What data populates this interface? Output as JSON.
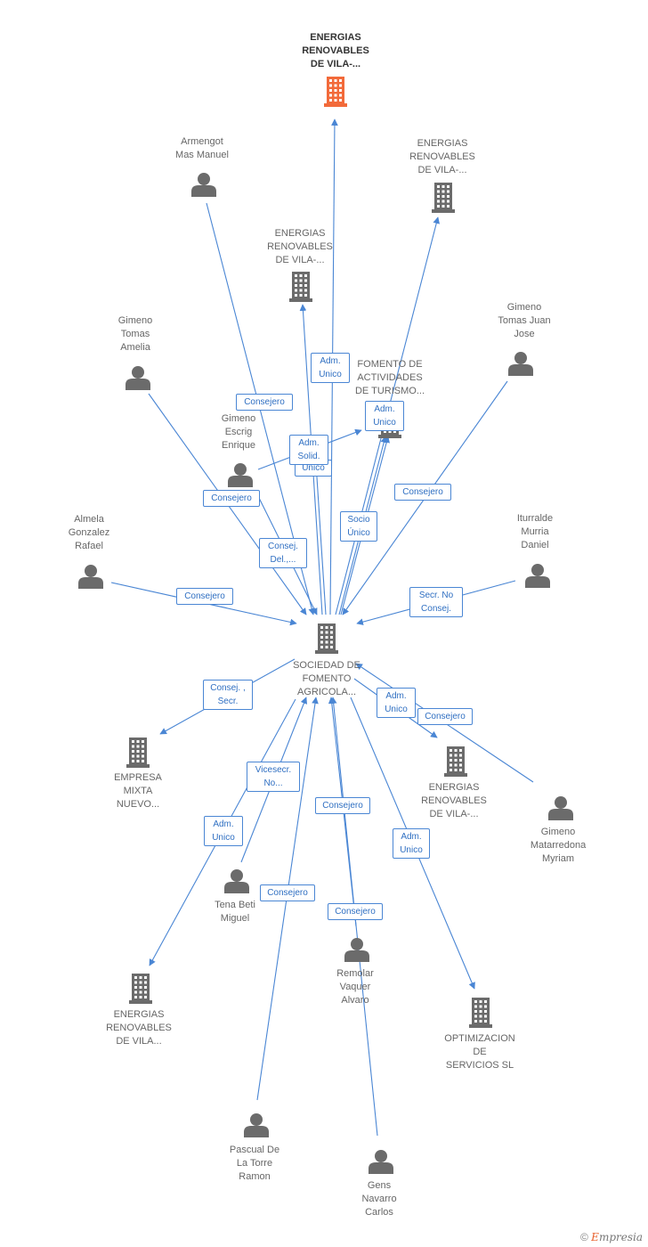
{
  "nodes": [
    {
      "id": "energias-top",
      "type": "company",
      "highlight": true,
      "label": "ENERGIAS\nRENOVABLES\nDE VILA-..."
    },
    {
      "id": "energias-2",
      "type": "company",
      "label": "ENERGIAS\nRENOVABLES\nDE VILA-..."
    },
    {
      "id": "energias-3",
      "type": "company",
      "label": "ENERGIAS\nRENOVABLES\nDE VILA-..."
    },
    {
      "id": "fomento",
      "type": "company",
      "label": "FOMENTO DE\nACTIVIDADES\nDE TURISMO..."
    },
    {
      "id": "sociedad",
      "type": "company",
      "label": "SOCIEDAD DE\nFOMENTO\nAGRICOLA..."
    },
    {
      "id": "empresa-mixta",
      "type": "company",
      "label": "EMPRESA\nMIXTA\nNUEVO..."
    },
    {
      "id": "energias-4",
      "type": "company",
      "label": "ENERGIAS\nRENOVABLES\nDE VILA-..."
    },
    {
      "id": "energias-5",
      "type": "company",
      "label": "ENERGIAS\nRENOVABLES\nDE VILA..."
    },
    {
      "id": "optimizacion",
      "type": "company",
      "label": "OPTIMIZACION\nDE\nSERVICIOS SL"
    },
    {
      "id": "armengot",
      "type": "person",
      "label": "Armengot\nMas Manuel"
    },
    {
      "id": "gimeno-amelia",
      "type": "person",
      "label": "Gimeno\nTomas\nAmelia"
    },
    {
      "id": "gimeno-enrique",
      "type": "person",
      "label": "Gimeno\nEscrig\nEnrique"
    },
    {
      "id": "gimeno-jose",
      "type": "person",
      "label": "Gimeno\nTomas Juan\nJose"
    },
    {
      "id": "almela",
      "type": "person",
      "label": "Almela\nGonzalez\nRafael"
    },
    {
      "id": "iturralde",
      "type": "person",
      "label": "Iturralde\nMurria\nDaniel"
    },
    {
      "id": "gimeno-myriam",
      "type": "person",
      "label": "Gimeno\nMatarredona\nMyriam"
    },
    {
      "id": "tena",
      "type": "person",
      "label": "Tena Beti\nMiguel"
    },
    {
      "id": "remolar",
      "type": "person",
      "label": "Remolar\nVaquer\nAlvaro"
    },
    {
      "id": "pascual",
      "type": "person",
      "label": "Pascual De\nLa Torre\nRamon"
    },
    {
      "id": "gens",
      "type": "person",
      "label": "Gens\nNavarro\nCarlos"
    }
  ],
  "edges": [
    {
      "id": "e-top",
      "from": "sociedad",
      "to": "energias-top",
      "label": ""
    },
    {
      "id": "e-en2",
      "from": "sociedad",
      "to": "energias-2",
      "label": ""
    },
    {
      "id": "e-en3",
      "from": "sociedad",
      "to": "energias-3",
      "label": "Adm.\nUnico"
    },
    {
      "id": "e-fom",
      "from": "sociedad",
      "to": "fomento",
      "label": "Adm.\nUnico"
    },
    {
      "id": "e-fom2",
      "from": "sociedad",
      "to": "fomento",
      "label": "Socio\nÚnico"
    },
    {
      "id": "e-hidden",
      "from": "sociedad",
      "to": "energias-3",
      "label": "Unico"
    },
    {
      "id": "e-enrique-fom",
      "from": "gimeno-enrique",
      "to": "fomento",
      "label": "Adm.\nSolid."
    },
    {
      "id": "e-armengot",
      "from": "armengot",
      "to": "sociedad",
      "label": "Consejero"
    },
    {
      "id": "e-amelia",
      "from": "gimeno-amelia",
      "to": "sociedad",
      "label": "Consejero"
    },
    {
      "id": "e-enrique",
      "from": "gimeno-enrique",
      "to": "sociedad",
      "label": "Consej.\nDel.,..."
    },
    {
      "id": "e-jose",
      "from": "gimeno-jose",
      "to": "sociedad",
      "label": "Consejero"
    },
    {
      "id": "e-almela",
      "from": "almela",
      "to": "sociedad",
      "label": "Consejero"
    },
    {
      "id": "e-iturralde",
      "from": "iturralde",
      "to": "sociedad",
      "label": "Secr.  No\nConsej."
    },
    {
      "id": "e-mixta",
      "from": "sociedad",
      "to": "empresa-mixta",
      "label": "Consej. ,\nSecr."
    },
    {
      "id": "e-en4",
      "from": "sociedad",
      "to": "energias-4",
      "label": "Adm.\nUnico"
    },
    {
      "id": "e-myriam",
      "from": "gimeno-myriam",
      "to": "sociedad",
      "label": "Consejero"
    },
    {
      "id": "e-tena",
      "from": "tena",
      "to": "sociedad",
      "label": "Vicesecr.\nNo..."
    },
    {
      "id": "e-en5",
      "from": "sociedad",
      "to": "energias-5",
      "label": "Adm.\nUnico"
    },
    {
      "id": "e-remolar",
      "from": "remolar",
      "to": "sociedad",
      "label": "Consejero"
    },
    {
      "id": "e-pascual",
      "from": "pascual",
      "to": "sociedad",
      "label": "Consejero"
    },
    {
      "id": "e-gens",
      "from": "gens",
      "to": "sociedad",
      "label": "Consejero"
    },
    {
      "id": "e-opt",
      "from": "sociedad",
      "to": "optimizacion",
      "label": "Adm.\nUnico"
    }
  ],
  "colors": {
    "edge": "#4a86d4",
    "node_icon": "#6b6b6b",
    "highlight_icon": "#f26a3a"
  },
  "footer": {
    "copyright": "©",
    "brand_e": "E",
    "brand_rest": "mpresia"
  }
}
